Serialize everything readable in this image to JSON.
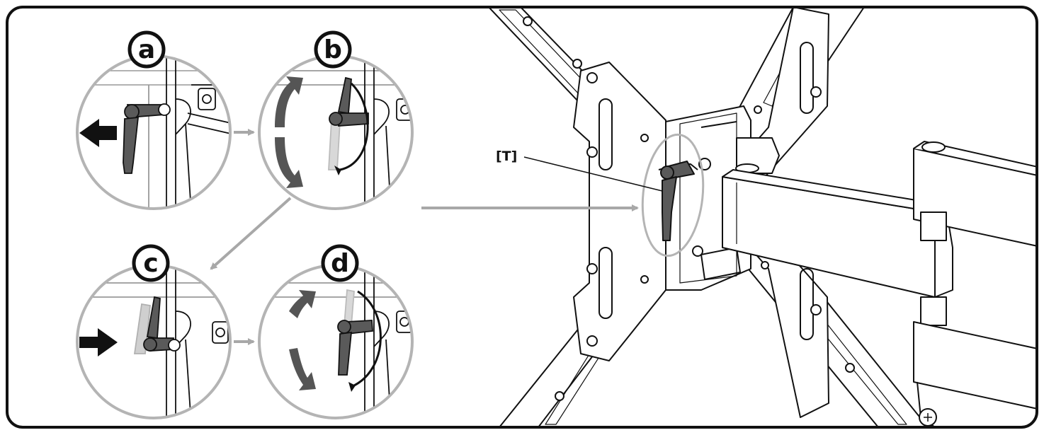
{
  "steps": [
    {
      "label": "a"
    },
    {
      "label": "b"
    },
    {
      "label": "c"
    },
    {
      "label": "d"
    }
  ],
  "callout": {
    "label": "[T]"
  },
  "colors": {
    "line": "#111111",
    "gray_arrow": "#a8a8a8",
    "circle_border": "#b4b4b4",
    "lever": "#5a5a5a",
    "rotate_arrow": "#555555"
  }
}
